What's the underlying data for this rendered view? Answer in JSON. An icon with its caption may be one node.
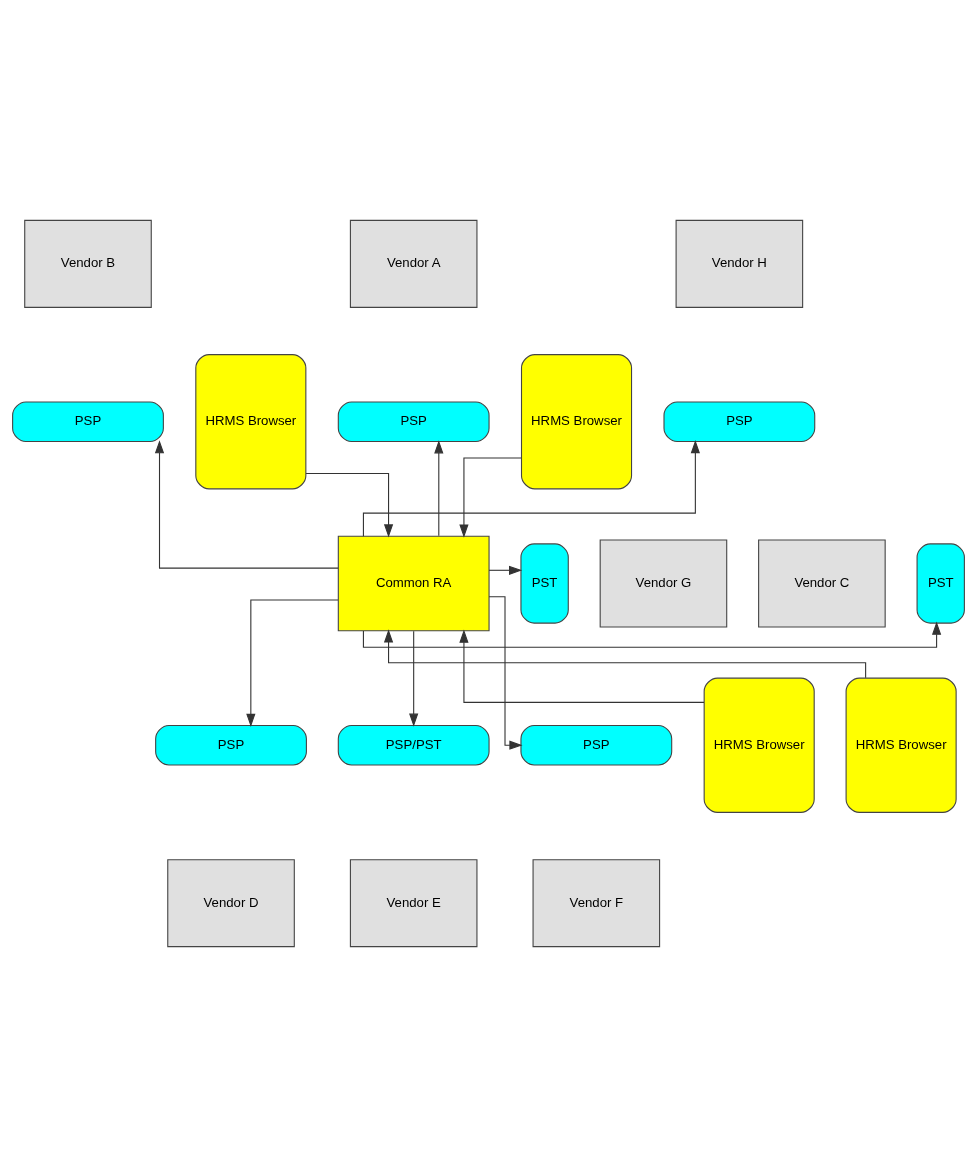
{
  "diagram": {
    "nodes": [
      {
        "text": [
          "Vendor A"
        ]
      },
      {
        "text": [
          "Vendor B"
        ]
      },
      {
        "text": [
          "HRMS Browser"
        ]
      },
      {
        "text": [
          "PSP"
        ]
      },
      {
        "text": [
          "HRMS Browser"
        ]
      },
      {
        "text": [
          "Vendor H"
        ]
      },
      {
        "text": [
          "PSP"
        ]
      },
      {
        "text": [
          "PSP"
        ]
      },
      {
        "text": [
          "Common RA"
        ]
      },
      {
        "text": [
          "Vendor C"
        ]
      },
      {
        "text": [
          "PST"
        ]
      },
      {
        "text": [
          "PST"
        ]
      },
      {
        "text": [
          "Vendor G"
        ]
      },
      {
        "text": [
          "PSP"
        ]
      },
      {
        "text": [
          "HRMS Browser"
        ]
      },
      {
        "text": [
          "PSP"
        ]
      },
      {
        "text": [
          "HRMS Browser"
        ]
      },
      {
        "text": [
          "Vendor D"
        ]
      },
      {
        "text": [
          "Vendor F"
        ]
      },
      {
        "text": [
          "PSP/PST"
        ]
      },
      {
        "text": [
          "Vendor E"
        ]
      }
    ],
    "edges": [
      {
        "from": 8,
        "to": 3,
        "arrow": "to"
      },
      {
        "from": 2,
        "to": 8,
        "arrow": "to"
      },
      {
        "from": 4,
        "to": 8,
        "arrow": "to"
      },
      {
        "from": 8,
        "to": 6,
        "arrow": "to"
      },
      {
        "from": 8,
        "to": 7,
        "arrow": "to"
      },
      {
        "from": 8,
        "to": 10,
        "arrow": "to"
      },
      {
        "from": 8,
        "to": 11,
        "arrow": "to"
      },
      {
        "from": 8,
        "to": 13,
        "arrow": "to"
      },
      {
        "from": 8,
        "to": 15,
        "arrow": "to"
      },
      {
        "from": 8,
        "to": 19,
        "arrow": "to"
      },
      {
        "from": 14,
        "to": 8,
        "arrow": "to"
      },
      {
        "from": 16,
        "to": 8,
        "arrow": "to"
      }
    ]
  }
}
